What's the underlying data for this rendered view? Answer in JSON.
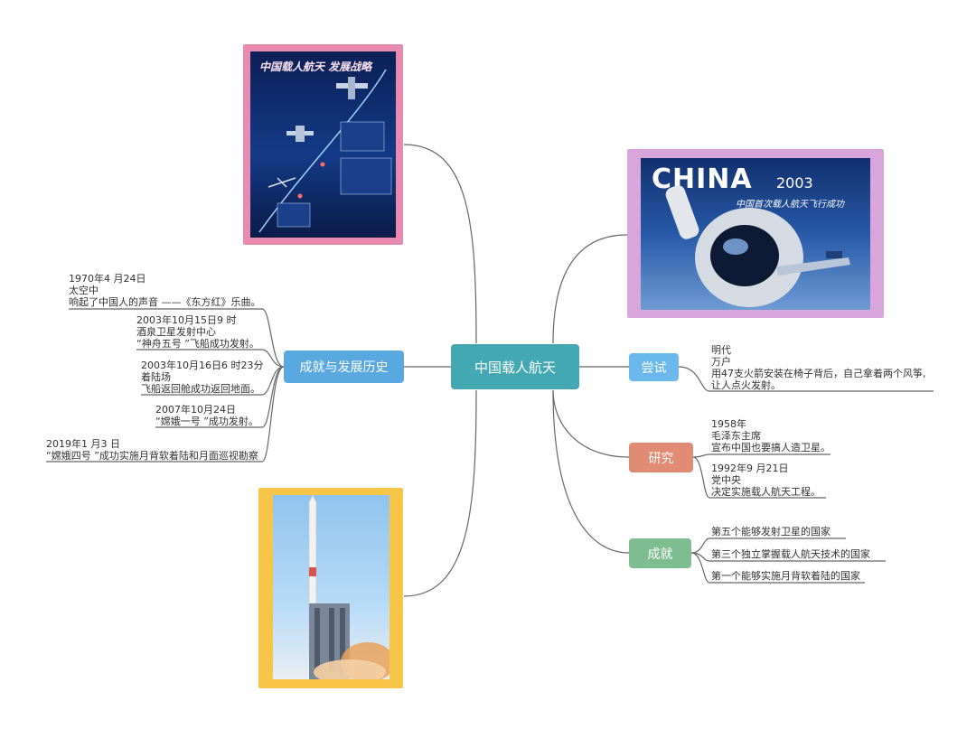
{
  "center": {
    "label": "中国载人航天"
  },
  "history": {
    "label": "成就与发展历史",
    "items": [
      {
        "lines": [
          "1970年4 月24日",
          "太空中",
          "响起了中国人的声音 ——《东方红》乐曲。"
        ]
      },
      {
        "lines": [
          "2003年10月15日9 时",
          "酒泉卫星发射中心",
          "“神舟五号 ”飞船成功发射。"
        ]
      },
      {
        "lines": [
          "2003年10月16日6 时23分",
          "着陆场",
          "飞船返回舱成功返回地面。"
        ]
      },
      {
        "lines": [
          "2007年10月24日",
          "“嫦娥一号 ”成功发射。"
        ]
      },
      {
        "lines": [
          "2019年1 月3 日",
          "“嫦娥四号 ”成功实施月背软着陆和月面巡视勘察"
        ]
      }
    ]
  },
  "attempt": {
    "label": "尝试",
    "items": [
      {
        "lines": [
          "明代",
          "万户",
          "用47支火箭安装在椅子背后，自己拿着两个风筝,",
          "让人点火发射。"
        ]
      }
    ]
  },
  "research": {
    "label": "研究",
    "items": [
      {
        "lines": [
          "1958年",
          "毛泽东主席",
          "宣布中国也要搞人造卫星。"
        ]
      },
      {
        "lines": [
          "1992年9 月21日",
          "党中央",
          "决定实施载人航天工程。"
        ]
      }
    ]
  },
  "achievements": {
    "label": "成就",
    "items": [
      {
        "lines": [
          "第五个能够发射卫星的国家"
        ]
      },
      {
        "lines": [
          "第三个独立掌握载人航天技术的国家"
        ]
      },
      {
        "lines": [
          "第一个能够实施月背软着陆的国家"
        ]
      }
    ]
  },
  "images": {
    "poster": {
      "title": "中国载人航天 发展战略"
    },
    "china": {
      "title": "CHINA",
      "year": "2003",
      "subtitle": "中国首次载人航天飞行成功"
    }
  },
  "colors": {
    "center": "#43a8b2",
    "history": "#59a8e0",
    "attempt": "#6ab8ec",
    "research": "#e08b74",
    "achievements": "#7dbd8f",
    "pink_frame": "#e98bb1",
    "violet_frame": "#d9a6dc",
    "yellow_frame": "#f7c649"
  }
}
